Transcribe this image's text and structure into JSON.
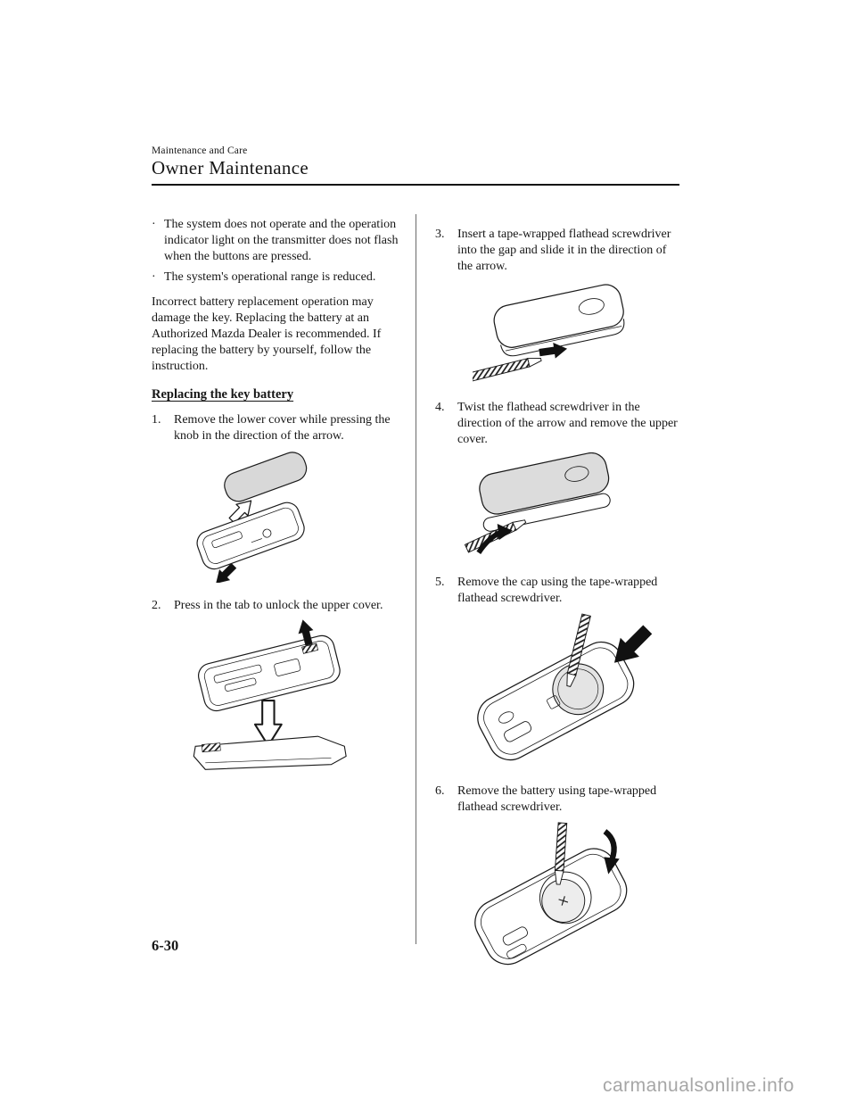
{
  "header": {
    "section": "Maintenance and Care",
    "title": "Owner Maintenance"
  },
  "left_column": {
    "bullets": [
      {
        "marker": "·",
        "text": "The system does not operate and the operation indicator light on the transmitter does not flash when the buttons are pressed."
      },
      {
        "marker": "·",
        "text": "The system's operational range is reduced."
      }
    ],
    "note": "Incorrect battery replacement operation may damage the key. Replacing the battery at an Authorized Mazda Dealer is recommended. If replacing the battery by yourself, follow the instruction.",
    "heading": "Replacing the key battery",
    "steps": [
      {
        "number": "1.",
        "text": "Remove the lower cover while pressing the knob in the direction of the arrow."
      },
      {
        "number": "2.",
        "text": "Press in the tab to unlock the upper cover."
      }
    ]
  },
  "right_column": {
    "steps": [
      {
        "number": "3.",
        "text": "Insert a tape-wrapped flathead screwdriver into the gap and slide it in the direction of the arrow."
      },
      {
        "number": "4.",
        "text": "Twist the flathead screwdriver in the direction of the arrow and remove the upper cover."
      },
      {
        "number": "5.",
        "text": "Remove the cap using the tape-wrapped flathead screwdriver."
      },
      {
        "number": "6.",
        "text": "Remove the battery using tape-wrapped flathead screwdriver."
      }
    ]
  },
  "footer": {
    "page_number": "6-30",
    "watermark": "carmanualsonline.info"
  }
}
